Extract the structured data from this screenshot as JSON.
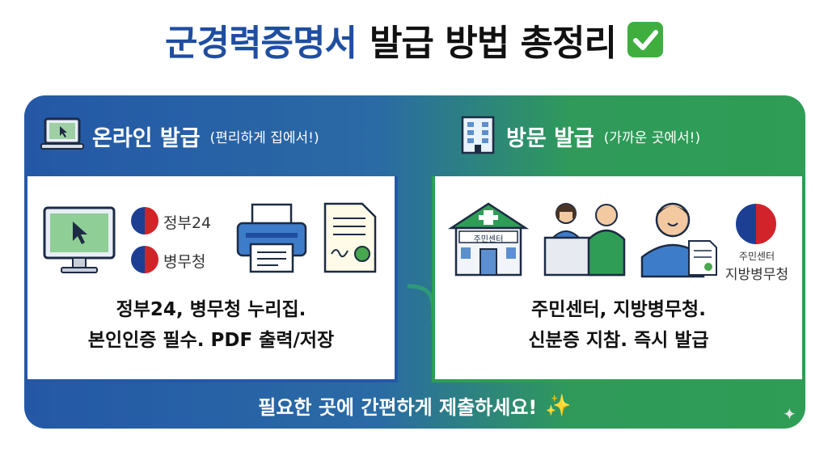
{
  "title": {
    "blue": "군경력증명서",
    "black": "발급 방법 총정리"
  },
  "online": {
    "title": "온라인 발급",
    "subtitle": "(편리하게 집에서!)",
    "logos": [
      "정부24",
      "병무청"
    ],
    "desc": [
      "정부24, 병무청 누리집.",
      "본인인증 필수. PDF 출력/저장"
    ]
  },
  "visit": {
    "title": "방문 발급",
    "subtitle": "(가까운 곳에서!)",
    "building_sign": "주민센터",
    "office_label": [
      "주민센터",
      "지방병무청"
    ],
    "desc": [
      "주민센터, 지방병무청.",
      "신분증 지참. 즉시 발급"
    ]
  },
  "footer": {
    "text": "필요한 곳에 간편하게 제출하세요!"
  },
  "colors": {
    "blue": "#2458a6",
    "green": "#2f9d55",
    "title_blue": "#1f4ea1",
    "check": "#3fae3f"
  },
  "icons": [
    "check-icon",
    "laptop-icon",
    "building-icon",
    "monitor-icon",
    "printer-icon",
    "certificate-icon",
    "community-center-icon",
    "desk-people-icon",
    "person-document-icon",
    "gov-emblem-icon",
    "arrow-icon",
    "sparkle-icon"
  ]
}
